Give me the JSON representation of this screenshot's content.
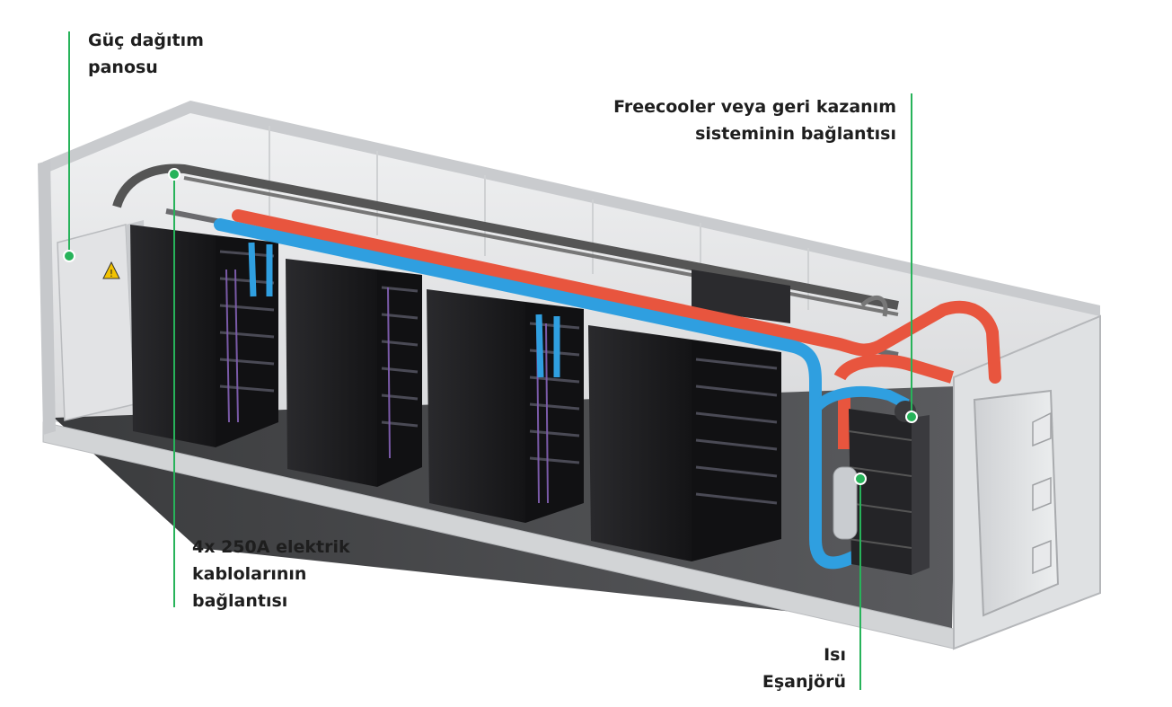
{
  "callouts": {
    "power_panel": {
      "line1": "Güç dağıtım",
      "line2": "panosu"
    },
    "cables": {
      "line1": "4x 250A elektrik",
      "line2": "kablolarının",
      "line3": "bağlantısı"
    },
    "freecooler": {
      "line1": "Freecooler veya geri kazanım",
      "line2": "sisteminin bağlantısı"
    },
    "heat_exchanger": {
      "line1": "Isı",
      "line2": "Eşanjörü"
    }
  },
  "colors": {
    "callout_line": "#27b35a",
    "label_text": "#1e1e1e",
    "hot_pipe": "#e8553e",
    "cold_pipe": "#2f9fe0",
    "rack": "#1c1c1e",
    "container_wall": "#e6e7e9"
  }
}
